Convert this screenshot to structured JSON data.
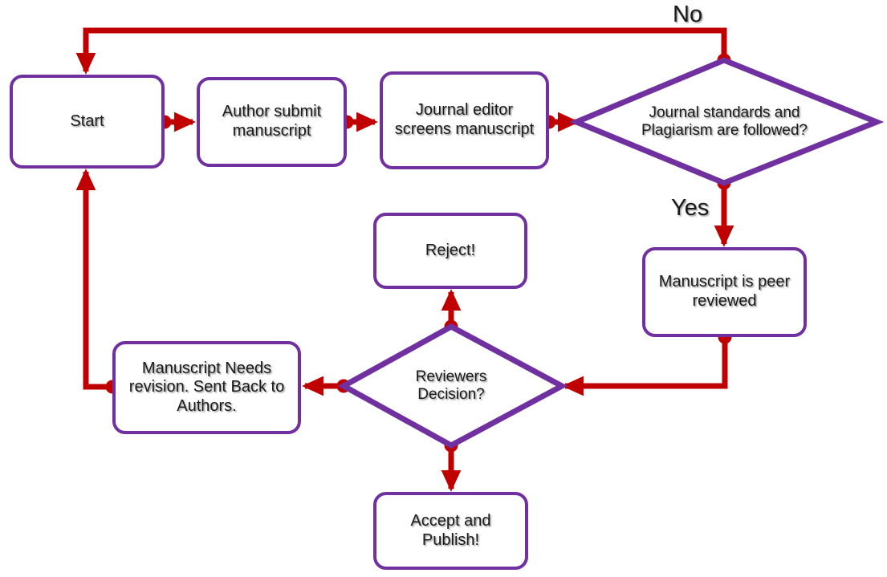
{
  "diagram": {
    "type": "flowchart",
    "title": "Manuscript peer review and publication workflow",
    "colors": {
      "node_border": "#7030A0",
      "node_fill": "#FFFFFF",
      "connector": "#C00000",
      "text": "#1A1A1A",
      "background": "#FFFFFF"
    },
    "nodes": [
      {
        "id": "start",
        "shape": "rounded-rectangle",
        "label": "Start"
      },
      {
        "id": "submit",
        "shape": "rounded-rectangle",
        "label": "Author submit manuscript"
      },
      {
        "id": "screen",
        "shape": "rounded-rectangle",
        "label": "Journal editor screens manuscript"
      },
      {
        "id": "standards",
        "shape": "diamond",
        "label": "Journal standards and Plagiarism are followed?"
      },
      {
        "id": "peer",
        "shape": "rounded-rectangle",
        "label": "Manuscript is peer reviewed"
      },
      {
        "id": "decision",
        "shape": "diamond",
        "label": "Reviewers Decision?"
      },
      {
        "id": "reject",
        "shape": "rounded-rectangle",
        "label": "Reject!"
      },
      {
        "id": "revision",
        "shape": "rounded-rectangle",
        "label": "Manuscript Needs revision. Sent Back to Authors."
      },
      {
        "id": "accept",
        "shape": "rounded-rectangle",
        "label": "Accept and Publish!"
      }
    ],
    "edge_labels": {
      "no": "No",
      "yes": "Yes"
    },
    "edges": [
      {
        "from": "start",
        "to": "submit",
        "label": ""
      },
      {
        "from": "submit",
        "to": "screen",
        "label": ""
      },
      {
        "from": "screen",
        "to": "standards",
        "label": ""
      },
      {
        "from": "standards",
        "to": "start",
        "label": "No"
      },
      {
        "from": "standards",
        "to": "peer",
        "label": "Yes"
      },
      {
        "from": "peer",
        "to": "decision",
        "label": ""
      },
      {
        "from": "decision",
        "to": "reject",
        "label": ""
      },
      {
        "from": "decision",
        "to": "revision",
        "label": ""
      },
      {
        "from": "decision",
        "to": "accept",
        "label": ""
      },
      {
        "from": "revision",
        "to": "start",
        "label": ""
      }
    ]
  }
}
